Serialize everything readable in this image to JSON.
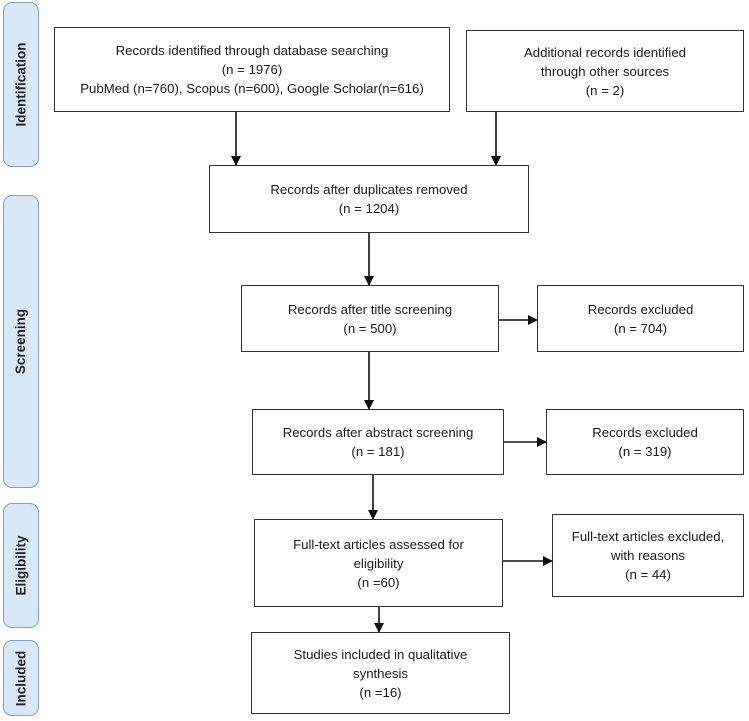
{
  "stages": [
    {
      "id": "identification",
      "label": "Identification"
    },
    {
      "id": "screening",
      "label": "Screening"
    },
    {
      "id": "eligibility",
      "label": "Eligibility"
    },
    {
      "id": "included",
      "label": "Included"
    }
  ],
  "boxes": {
    "database_search": {
      "lines": [
        "Records identified through database searching",
        "(n = 1976)",
        "PubMed (n=760), Scopus (n=600), Google Scholar(n=616)"
      ]
    },
    "other_sources": {
      "lines": [
        "Additional records identified",
        "through other sources",
        "(n = 2)"
      ]
    },
    "duplicates_removed": {
      "lines": [
        "Records after duplicates removed",
        "(n = 1204)"
      ]
    },
    "title_screening": {
      "lines": [
        "Records after title screening",
        "(n = 500)"
      ]
    },
    "title_excluded": {
      "lines": [
        "Records excluded",
        "(n = 704)"
      ]
    },
    "abstract_screening": {
      "lines": [
        "Records after abstract screening",
        "(n = 181)"
      ]
    },
    "abstract_excluded": {
      "lines": [
        "Records excluded",
        "(n = 319)"
      ]
    },
    "fulltext_assessed": {
      "lines": [
        "Full-text articles assessed for",
        "eligibility",
        "(n =60)"
      ]
    },
    "fulltext_excluded": {
      "lines": [
        "Full-text articles excluded,",
        "with reasons",
        "(n = 44)"
      ]
    },
    "included_studies": {
      "lines": [
        "Studies included in qualitative",
        "synthesis",
        "(n =16)"
      ]
    }
  }
}
